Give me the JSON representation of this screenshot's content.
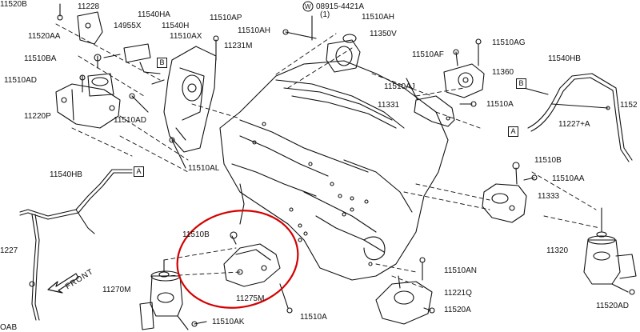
{
  "diagram": {
    "labels": {
      "p11520b": "11520B",
      "p11228": "11228",
      "p11520aa_top": "11520AA",
      "p14955x": "14955X",
      "p11540ha": "11540HA",
      "p11540h": "11540H",
      "p11510ax": "11510AX",
      "p11510ap": "11510AP",
      "p11231m": "11231M",
      "p11510ah_left": "11510AH",
      "p08915": "08915-4421A",
      "p08915_qty": "(1)",
      "p11510ah_right": "11510AH",
      "p11350v": "11350V",
      "p11510ag": "11510AG",
      "p11510ba": "11510BA",
      "p11510ad_top": "11510AD",
      "p11220p": "11220P",
      "p11510ad_mid": "11510AD",
      "p11510af": "11510AF",
      "p11360": "11360",
      "p11540hb_right": "11540HB",
      "p11510aj": "11510AJ",
      "p11331": "11331",
      "p11510a_right": "11510A",
      "p1152x_edge": "1152",
      "p11227a": "11227+A",
      "p11510al": "11510AL",
      "p11540hb_left": "11540HB",
      "p11510b_right": "11510B",
      "p11510aa_right": "11510AA",
      "p11333": "11333",
      "p1227_edge": "1227",
      "p11510b_center": "11510B",
      "p11320": "11320",
      "p11510an": "11510AN",
      "p11270m": "11270M",
      "p11275m": "11275M",
      "p11221q": "11221Q",
      "p11520a": "11520A",
      "p11510a_bottom": "11510A",
      "p11510ak": "11510AK",
      "p11520ad": "11520AD",
      "pab_edge": "OAB",
      "front": "FRONT"
    },
    "refs": {
      "a": "A",
      "b": "B"
    },
    "washer_icon_letter": "W"
  }
}
